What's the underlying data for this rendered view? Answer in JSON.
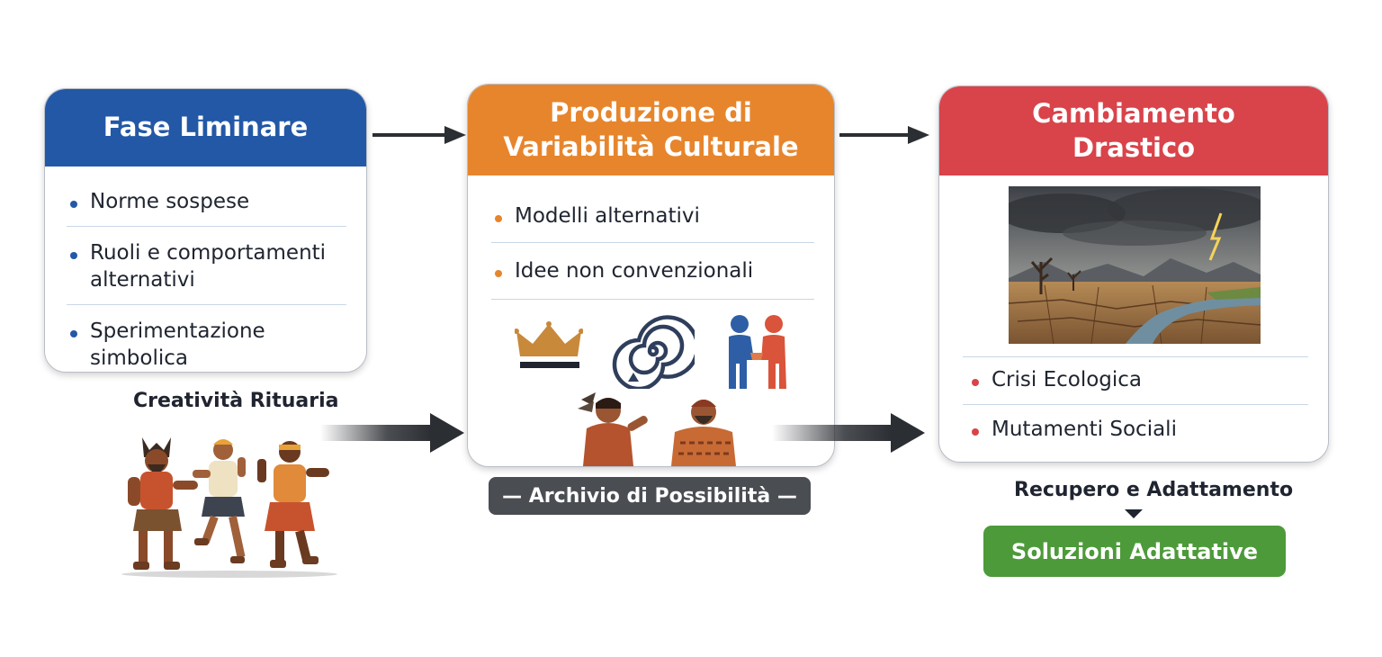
{
  "card_liminal": {
    "title": "Fase Liminare",
    "items": [
      "Norme sospese",
      "Ruoli e comportamenti alternativi",
      "Sperimentazione simbolica"
    ],
    "caption": "Creatività Rituaria"
  },
  "card_variability": {
    "title_line1": "Produzione di",
    "title_line2": "Variabilità Culturale",
    "items": [
      "Modelli alternativi",
      "Idee non convenzionali"
    ],
    "archive_label": "— Archivio di Possibilità —"
  },
  "card_change": {
    "title_line1": "Cambiamento",
    "title_line2": "Drastico",
    "items": [
      "Crisi Ecologica",
      "Mutamenti Sociali"
    ]
  },
  "recovery": {
    "label": "Recupero e Adattamento",
    "solutions_label": "Soluzioni Adattative"
  },
  "colors": {
    "blue": "#2358a6",
    "orange": "#e7852c",
    "red": "#d9434a",
    "green": "#4d9a3a",
    "archive_gray": "#4a4d52"
  },
  "icons": [
    "crown-icon",
    "spiral-icon",
    "handshake-people-icon",
    "dancing-people-illustration",
    "talking-people-illustration",
    "drought-landscape-image"
  ]
}
